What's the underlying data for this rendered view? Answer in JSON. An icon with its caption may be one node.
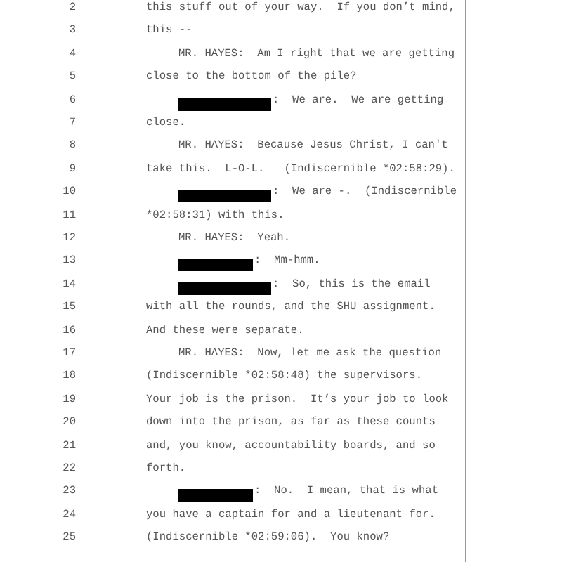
{
  "diagram": {
    "labels": [
      "2",
      "this stuff out of your way.  If you don’t mind,",
      "3",
      "this --",
      "4",
      "MR. HAYES:  Am I right that we are getting",
      "5",
      "close to the bottom of the pile?",
      "6",
      ":  We are.  We are getting",
      "7",
      "close.",
      "8",
      "MR. HAYES:  Because Jesus Christ, I can't",
      "9",
      "take this.  L-O-L.   (Indiscernible *02:58:29).",
      "10",
      ":  We are -.  (Indiscernible",
      "11",
      "*02:58:31) with this.",
      "12",
      "MR. HAYES:  Yeah.",
      "13",
      ":  Mm-hmm.",
      "14",
      ":  So, this is the email",
      "15",
      "with all the rounds, and the SHU assignment.",
      "16",
      "And these were separate.",
      "17",
      "MR. HAYES:  Now, let me ask the question",
      "18",
      "(Indiscernible *02:58:48) the supervisors.",
      "19",
      "Your job is the prison.  It’s your job to look",
      "20",
      "down into the prison, as far as these counts",
      "21",
      "and, you know, accountability boards, and so",
      "22",
      "forth.",
      "23",
      ":  No.  I mean, that is what",
      "24",
      "you have a captain for and a lieutenant for.",
      "25",
      "(Indiscernible *02:59:06).  You know?"
    ]
  }
}
